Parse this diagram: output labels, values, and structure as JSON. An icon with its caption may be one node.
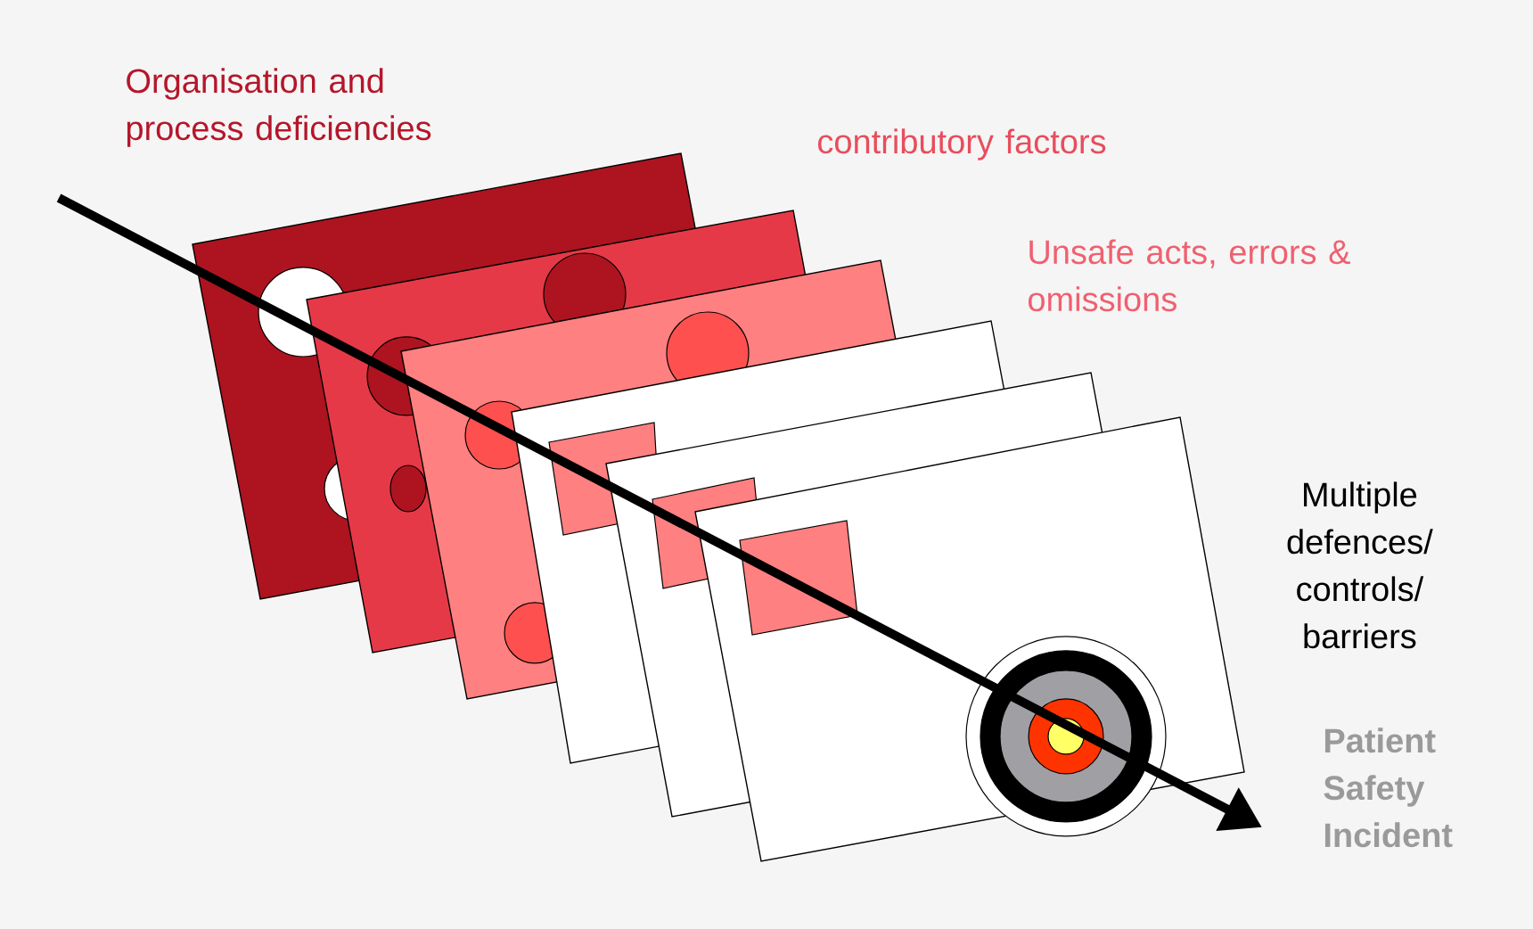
{
  "diagram": {
    "labels": [
      "Organisation and process deficiencies",
      "contributory factors",
      "Unsafe acts, errors & omissions",
      "Multiple defences/ controls/ barriers",
      "Patient Safety Incident"
    ]
  }
}
